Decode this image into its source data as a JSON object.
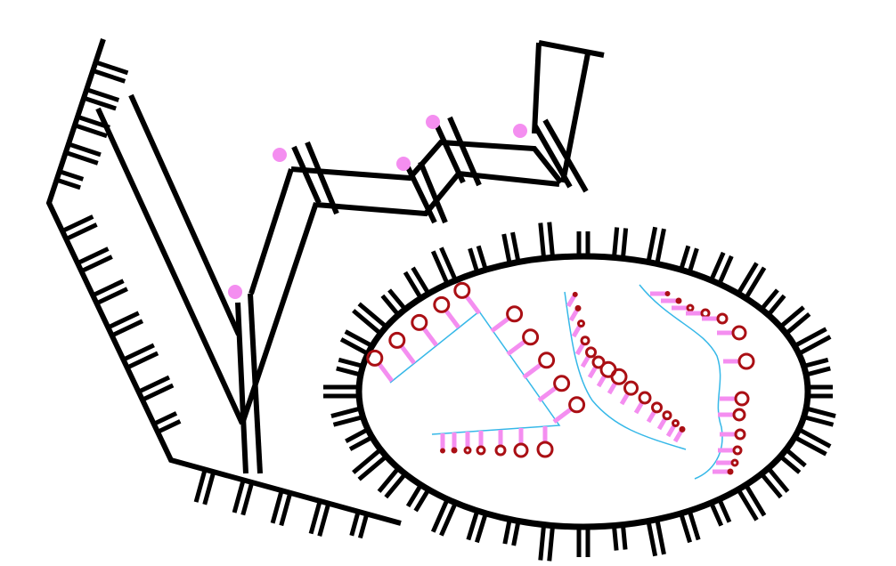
{
  "colors": {
    "background": "#ffffff",
    "stroke": "#000000",
    "dot": "#f48ef0",
    "pink_link": "#f48ef0",
    "ring": "#aa0f14",
    "cyan": "#36b8e8"
  },
  "figure": {
    "description_items": [
      "left-bracket-structure",
      "double-line-chain",
      "ellipse-container",
      "inner-strands"
    ]
  }
}
